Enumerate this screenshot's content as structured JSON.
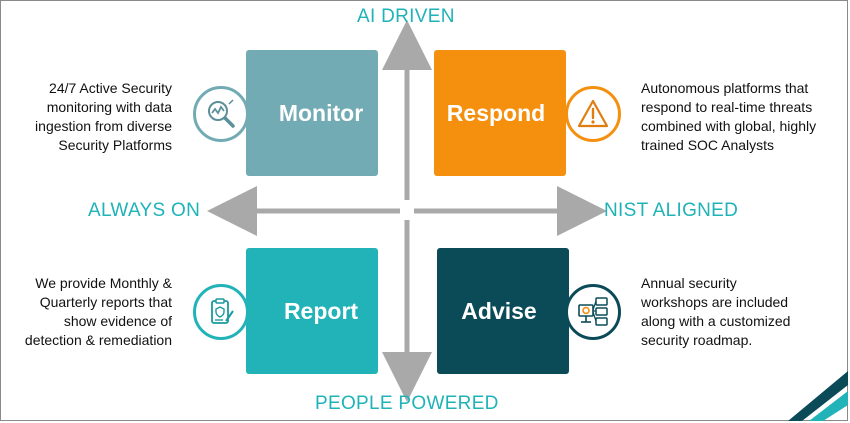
{
  "axes": {
    "top": "AI DRIVEN",
    "bottom": "PEOPLE POWERED",
    "left": "ALWAYS ON",
    "right": "NIST ALIGNED"
  },
  "quadrants": {
    "monitor": {
      "label": "Monitor",
      "color": "#73abb5",
      "icon": "magnifier-chart-icon",
      "description": "24/7 Active Security\nmonitoring with data\ningestion from diverse\nSecurity Platforms"
    },
    "respond": {
      "label": "Respond",
      "color": "#f5900f",
      "icon": "warning-icon",
      "description": "Autonomous platforms that\nrespond to real-time threats\ncombined with global, highly\ntrained SOC  Analysts"
    },
    "report": {
      "label": "Report",
      "color": "#22b3b8",
      "icon": "report-document-icon",
      "description": "We provide Monthly &\nQuarterly reports that\nshow evidence of\ndetection & remediation"
    },
    "advise": {
      "label": "Advise",
      "color": "#0b4b58",
      "icon": "workshop-roadmap-icon",
      "description": "Annual security\nworkshops are  included\nalong with a customized\nsecurity roadmap."
    }
  },
  "colors": {
    "axis_text": "#1fb3b8",
    "arrow": "#a9a9a9"
  }
}
